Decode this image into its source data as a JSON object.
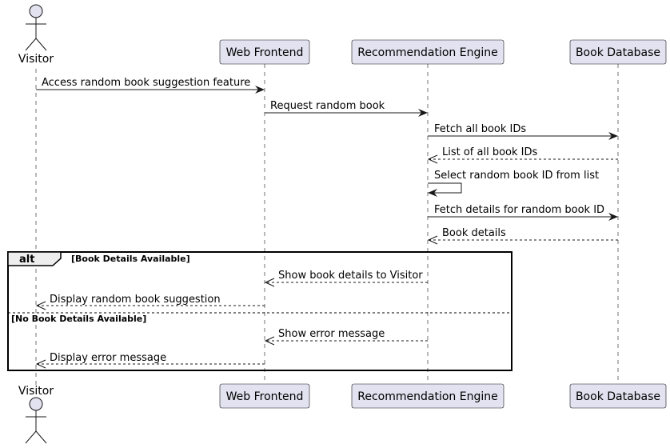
{
  "participants": [
    {
      "label": "Visitor",
      "kind": "actor"
    },
    {
      "label": "Web Frontend",
      "kind": "participant"
    },
    {
      "label": "Recommendation Engine",
      "kind": "participant"
    },
    {
      "label": "Book Database",
      "kind": "participant"
    }
  ],
  "messages": [
    {
      "from": 0,
      "to": 1,
      "label": "Access random book suggestion feature",
      "style": "solid"
    },
    {
      "from": 1,
      "to": 2,
      "label": "Request random book",
      "style": "solid"
    },
    {
      "from": 2,
      "to": 3,
      "label": "Fetch all book IDs",
      "style": "solid"
    },
    {
      "from": 3,
      "to": 2,
      "label": "List of all book IDs",
      "style": "dashed"
    },
    {
      "from": 2,
      "to": 2,
      "label": "Select random book ID from list",
      "style": "solid"
    },
    {
      "from": 2,
      "to": 3,
      "label": "Fetch details for random book ID",
      "style": "solid"
    },
    {
      "from": 3,
      "to": 2,
      "label": "Book details",
      "style": "dashed"
    },
    {
      "from": 2,
      "to": 1,
      "label": "Show book details to Visitor",
      "style": "dashed"
    },
    {
      "from": 1,
      "to": 0,
      "label": "Display random book suggestion",
      "style": "dashed"
    },
    {
      "from": 2,
      "to": 1,
      "label": "Show error message",
      "style": "dashed"
    },
    {
      "from": 1,
      "to": 0,
      "label": "Display error message",
      "style": "dashed"
    }
  ],
  "fragment": {
    "keyword": "alt",
    "condition_1": "[Book Details Available]",
    "condition_2": "[No Book Details Available]"
  }
}
